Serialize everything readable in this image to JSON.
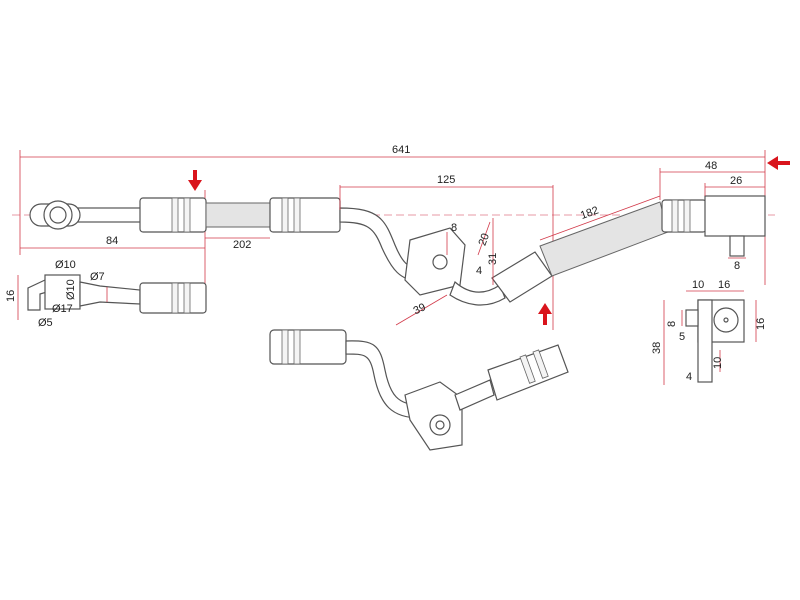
{
  "drawing": {
    "overall_length": "641",
    "dimensions": {
      "banjo_to_fitting": "84",
      "hose_section_1": "202",
      "middle_span": "125",
      "hose_section_2": "182",
      "end_offset": "48",
      "end_block": "26",
      "end_stub": "8",
      "bracket_width": "8",
      "bracket_height_a": "20",
      "bracket_height_b": "31",
      "bracket_hole": "4",
      "bracket_length": "39"
    },
    "banjo_detail": {
      "height": "16",
      "inner_dia": "Ø10",
      "inner_dia_vertical": "Ø10",
      "outer_dia": "Ø17",
      "pipe_dia": "Ø7",
      "bolt_dia": "Ø5"
    },
    "end_detail": {
      "stub_width": "10",
      "block_width": "16",
      "block_height": "16",
      "stub_height": "8",
      "stub_offset": "5",
      "total_height": "38",
      "slot_height": "10",
      "plate_thickness": "4"
    },
    "colors": {
      "dimension": "#d23a4a",
      "arrow": "#d9141c"
    }
  }
}
